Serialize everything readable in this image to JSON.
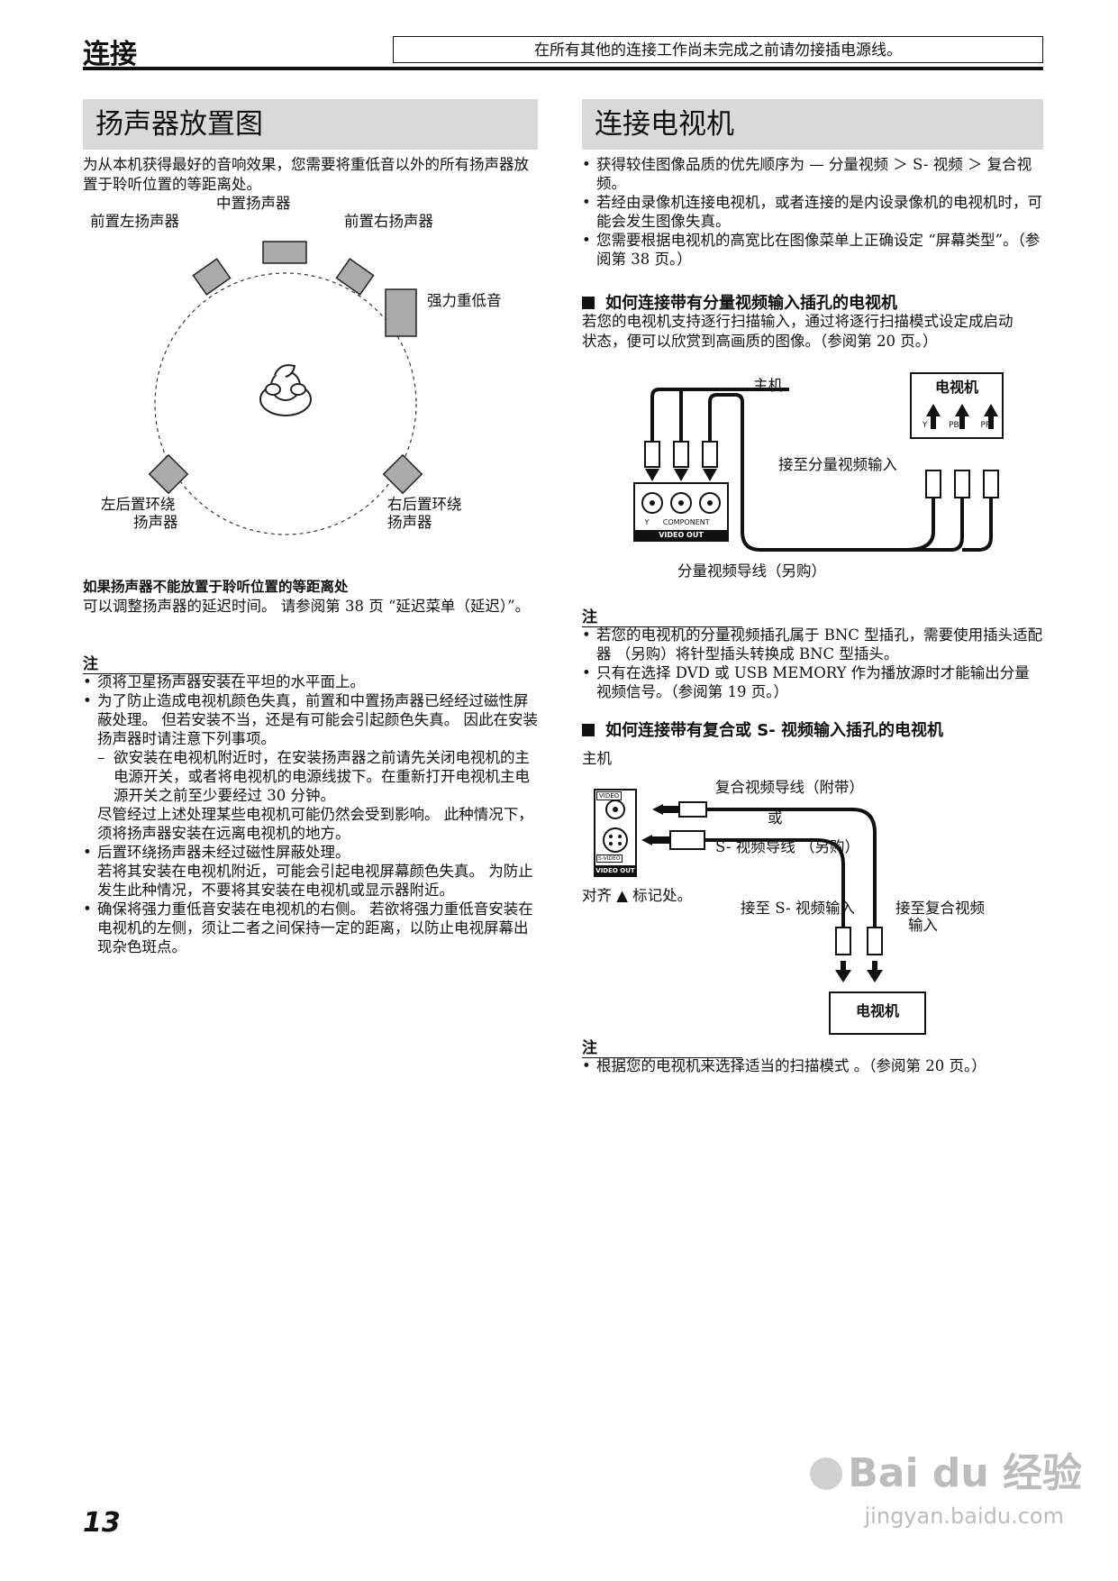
{
  "header": {
    "title": "连接",
    "notice": "在所有其他的连接工作尚未完成之前请勿接插电源线。"
  },
  "left": {
    "heading": "扬声器放置图",
    "intro": "为从本机获得最好的音响效果，您需要将重低音以外的所有扬声器放置于聆听位置的等距离处。",
    "diagram": {
      "center": "中置扬声器",
      "front_left": "前置左扬声器",
      "front_right": "前置右扬声器",
      "subwoofer": "强力重低音",
      "rear_left_1": "左后置环绕",
      "rear_left_2": "扬声器",
      "rear_right_1": "右后置环绕",
      "rear_right_2": "扬声器"
    },
    "sub_heading": "如果扬声器不能放置于聆听位置的等距离处",
    "sub_text": "可以调整扬声器的延迟时间。 请参阅第 38 页 “延迟菜单（延迟）”。",
    "note_title": "注",
    "notes": [
      "须将卫星扬声器安装在平坦的水平面上。",
      "为了防止造成电视机颜色失真，前置和中置扬声器已经经过磁性屏蔽处理。 但若安装不当，还是有可能会引起颜色失真。 因此在安装扬声器时请注意下列事项。",
      "欲安装在电视机附近时，在安装扬声器之前请先关闭电视机的主电源开关，或者将电视机的电源线拔下。在重新打开电视机主电源开关之前至少要经过 30 分钟。",
      "尽管经过上述处理某些电视机可能仍然会受到影响。 此种情况下，须将扬声器安装在远离电视机的地方。",
      "后置环绕扬声器未经过磁性屏蔽处理。",
      "若将其安装在电视机附近，可能会引起电视屏幕颜色失真。 为防止发生此种情况，不要将其安装在电视机或显示器附近。",
      "确保将强力重低音安装在电视机的右侧。 若欲将强力重低音安装在电视机的左侧，须让二者之间保持一定的距离，以防止电视屏幕出现杂色斑点。"
    ]
  },
  "right": {
    "heading": "连接电视机",
    "bullets": [
      "获得较佳图像品质的优先顺序为 — 分量视频 ＞ S- 视频 ＞ 复合视频。",
      "若经由录像机连接电视机，或者连接的是内设录像机的电视机时，可能会发生图像失真。",
      "您需要根据电视机的高宽比在图像菜单上正确设定 “屏幕类型”。（参阅第 38 页。）"
    ],
    "sec1_title": "如何连接带有分量视频输入插孔的电视机",
    "sec1_text": "若您的电视机支持逐行扫描输入，通过将逐行扫描模式设定成启动状态，便可以欣赏到高画质的图像。（参阅第 20 页。）",
    "diag1": {
      "main_unit": "主机",
      "tv": "电视机",
      "to_input": "接至分量视频输入",
      "cable": "分量视频导线（另购）",
      "jack_y": "Y",
      "jack_pb": "PB",
      "jack_pr": "PR",
      "panel_label": "COMPONENT",
      "video_out": "VIDEO OUT"
    },
    "note1_title": "注",
    "note1": [
      "若您的电视机的分量视频插孔属于 BNC 型插孔，需要使用插头适配器 （另购）将针型插头转换成 BNC 型插头。",
      "只有在选择 DVD 或 USB MEMORY 作为播放源时才能输出分量视频信号。（参阅第 19 页。）"
    ],
    "sec2_title": "如何连接带有复合或 S- 视频输入插孔的电视机",
    "diag2": {
      "main_unit": "主机",
      "composite_cable": "复合视频导线（附带）",
      "or": "或",
      "svideo_cable": "S- 视频导线 （另购）",
      "align": "对齐 ▲ 标记处。",
      "to_svideo": "接至 S- 视频输入",
      "to_composite_1": "接至复合视频",
      "to_composite_2": "输入",
      "tv": "电视机",
      "video_label": "VIDEO",
      "svideo_label": "S-VIDEO",
      "video_out": "VIDEO OUT"
    },
    "note2_title": "注",
    "note2": [
      "根据您的电视机来选择适当的扫描模式 。（参阅第 20 页。）"
    ]
  },
  "page_number": "13",
  "watermark": {
    "brand": "Bai du 经验",
    "url": "jingyan.baidu.com"
  }
}
